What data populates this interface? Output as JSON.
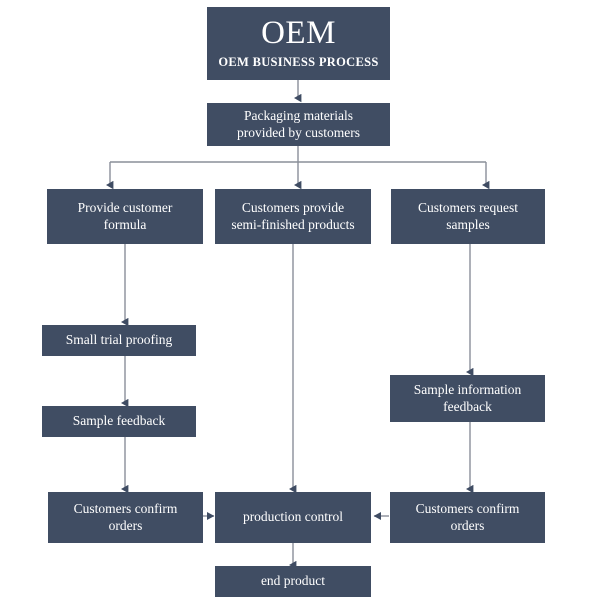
{
  "diagram": {
    "title_main": "OEM",
    "title_sub": "OEM BUSINESS PROCESS",
    "box_color": "#404d63",
    "text_color": "#ffffff",
    "connector_color": "#8a8f99",
    "arrowhead_color": "#3f4c63",
    "background": "#ffffff"
  },
  "nodes": {
    "title": {
      "line1": "OEM",
      "line2": "OEM BUSINESS PROCESS"
    },
    "packaging": {
      "line1": "Packaging materials",
      "line2": "provided by customers"
    },
    "formula": {
      "line1": "Provide customer",
      "line2": "formula"
    },
    "semifinished": {
      "line1": "Customers provide",
      "line2": "semi-finished products"
    },
    "request_samples": {
      "line1": "Customers request",
      "line2": "samples"
    },
    "small_trial": {
      "line1": "Small trial proofing"
    },
    "sample_feedback": {
      "line1": "Sample feedback"
    },
    "sample_info_feedback": {
      "line1": "Sample information",
      "line2": "feedback"
    },
    "confirm_orders_left": {
      "line1": "Customers confirm",
      "line2": "orders"
    },
    "production_control": {
      "line1": "production control"
    },
    "confirm_orders_right": {
      "line1": "Customers confirm",
      "line2": "orders"
    },
    "end_product": {
      "line1": "end product"
    }
  }
}
